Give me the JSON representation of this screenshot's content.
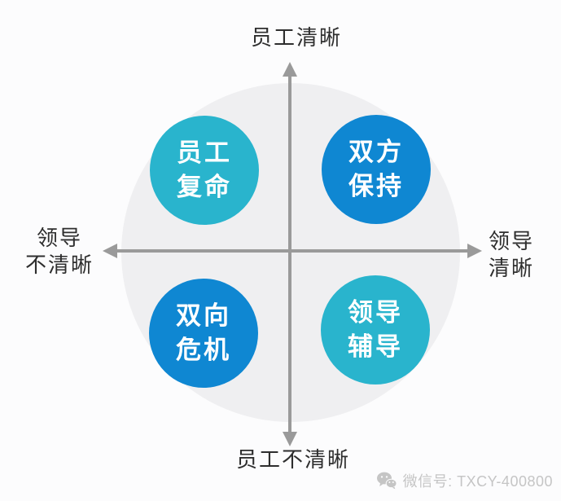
{
  "colors": {
    "page_background": "#FCFCFD",
    "bg_circle": "#EFEFF1",
    "axis": "#9A9A9A",
    "cyan": "#29B4CD",
    "blue": "#0F87D2",
    "label_text": "#2E2E2E",
    "watermark": "#C5C5C5"
  },
  "axes": {
    "top_label": "员工清晰",
    "bottom_label": "员工不清晰",
    "left_label": {
      "line1": "领导",
      "line2": "不清晰"
    },
    "right_label": {
      "line1": "领导",
      "line2": "清晰"
    }
  },
  "quadrants": [
    {
      "position": "top-left",
      "line1": "员工",
      "line2": "复命",
      "color": "#29B4CD"
    },
    {
      "position": "top-right",
      "line1": "双方",
      "line2": "保持",
      "color": "#0F87D2"
    },
    {
      "position": "bottom-left",
      "line1": "双向",
      "line2": "危机",
      "color": "#0F87D2"
    },
    {
      "position": "bottom-right",
      "line1": "领导",
      "line2": "辅导",
      "color": "#29B4CD"
    }
  ],
  "watermark": {
    "icon": "wechat-icon",
    "text": "微信号: TXCY-400800"
  }
}
